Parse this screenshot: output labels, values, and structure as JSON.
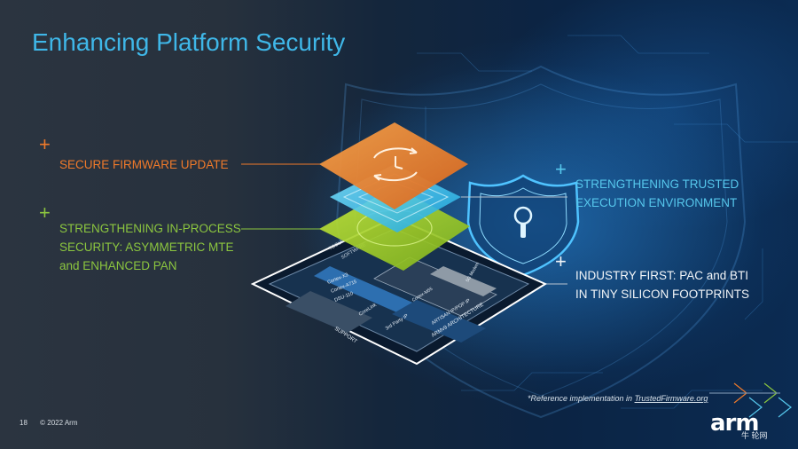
{
  "slide": {
    "title": "Enhancing Platform Security",
    "callouts": {
      "secure_firmware": "SECURE FIRMWARE UPDATE",
      "in_process": [
        "STRENGTHENING IN-PROCESS",
        "SECURITY: ASYMMETRIC MTE",
        "and ENHANCED PAN"
      ],
      "trusted_exec": [
        "STRENGTHENING TRUSTED",
        "EXECUTION ENVIRONMENT"
      ],
      "industry_first": [
        "INDUSTRY FIRST: PAC and BTI",
        "IN TINY SILICON FOOTPRINTS"
      ]
    },
    "plus_symbol": "+",
    "footnote_prefix": "*Reference implementation in ",
    "footnote_link": "TrustedFirmware.org",
    "page_number": "18",
    "copyright": "© 2022 Arm",
    "logo_text": "arm",
    "watermark": "牛 轮网",
    "chip_labels": {
      "support": "SUPPORT",
      "architecture": "ARMv9 ARCHITECTURE",
      "artisan": "ARTISAN IP/POP IP",
      "third_party": "3rd Party IP",
      "corelink": "CoreLink",
      "cortex_x3": "Cortex-X3",
      "cortex_a715": "Cortex-A715",
      "dsu": "DSU-110",
      "cortex_m": "Cortex-M55",
      "modem": "5G Modem",
      "tools": "TOOLS",
      "software": "SOFTWARE"
    },
    "colors": {
      "accent_blue": "#3fb7e8",
      "orange": "#f07a2a",
      "green": "#8cc63f",
      "cyan": "#56c7ec",
      "white": "#f2f5f8"
    }
  }
}
